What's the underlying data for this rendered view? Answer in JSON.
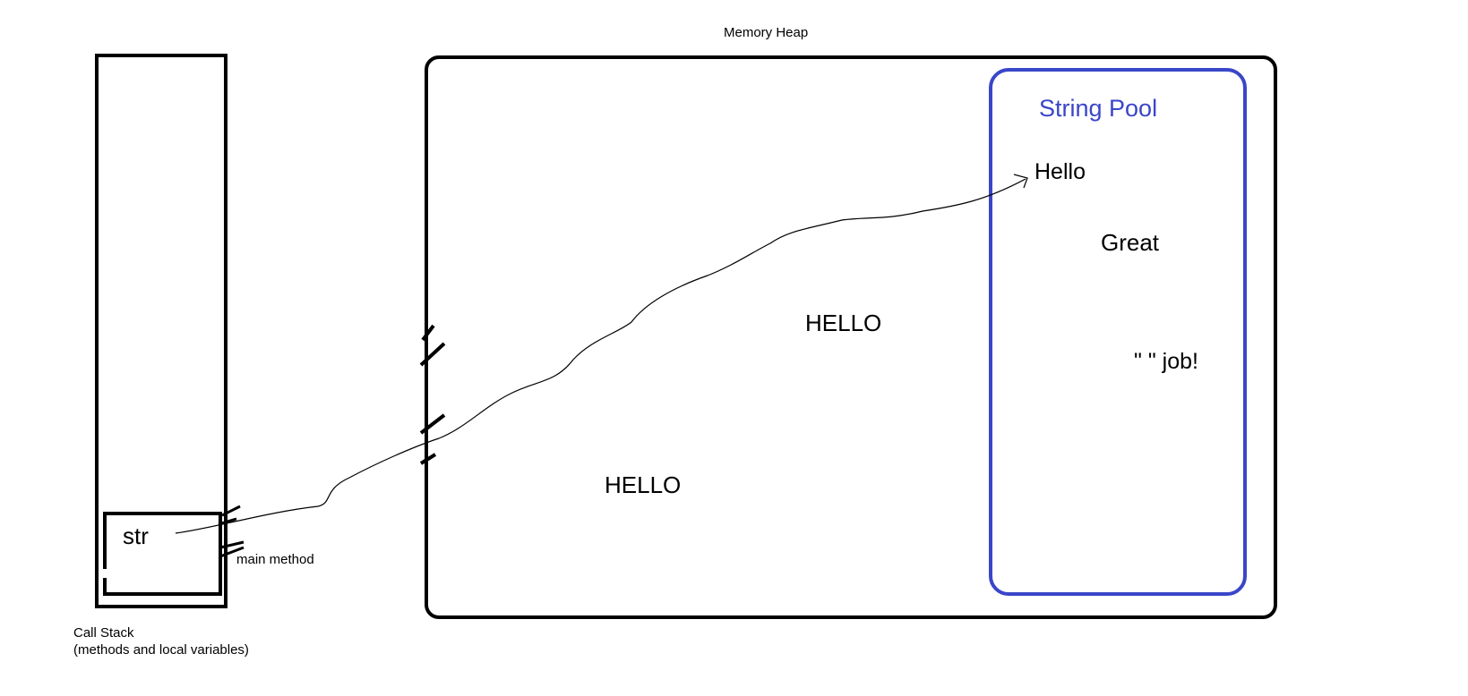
{
  "heap": {
    "title": "Memory Heap"
  },
  "string_pool": {
    "title": "String Pool",
    "entries": [
      "Hello",
      "Great",
      "\" \" job!"
    ]
  },
  "heap_objects": [
    "HELLO",
    "HELLO"
  ],
  "stack": {
    "variable": "str",
    "frame_label": "main method",
    "caption_line1": "Call Stack",
    "caption_line2": "(methods and local variables)"
  },
  "colors": {
    "outline": "#000000",
    "string_pool": "#3a46c8"
  }
}
